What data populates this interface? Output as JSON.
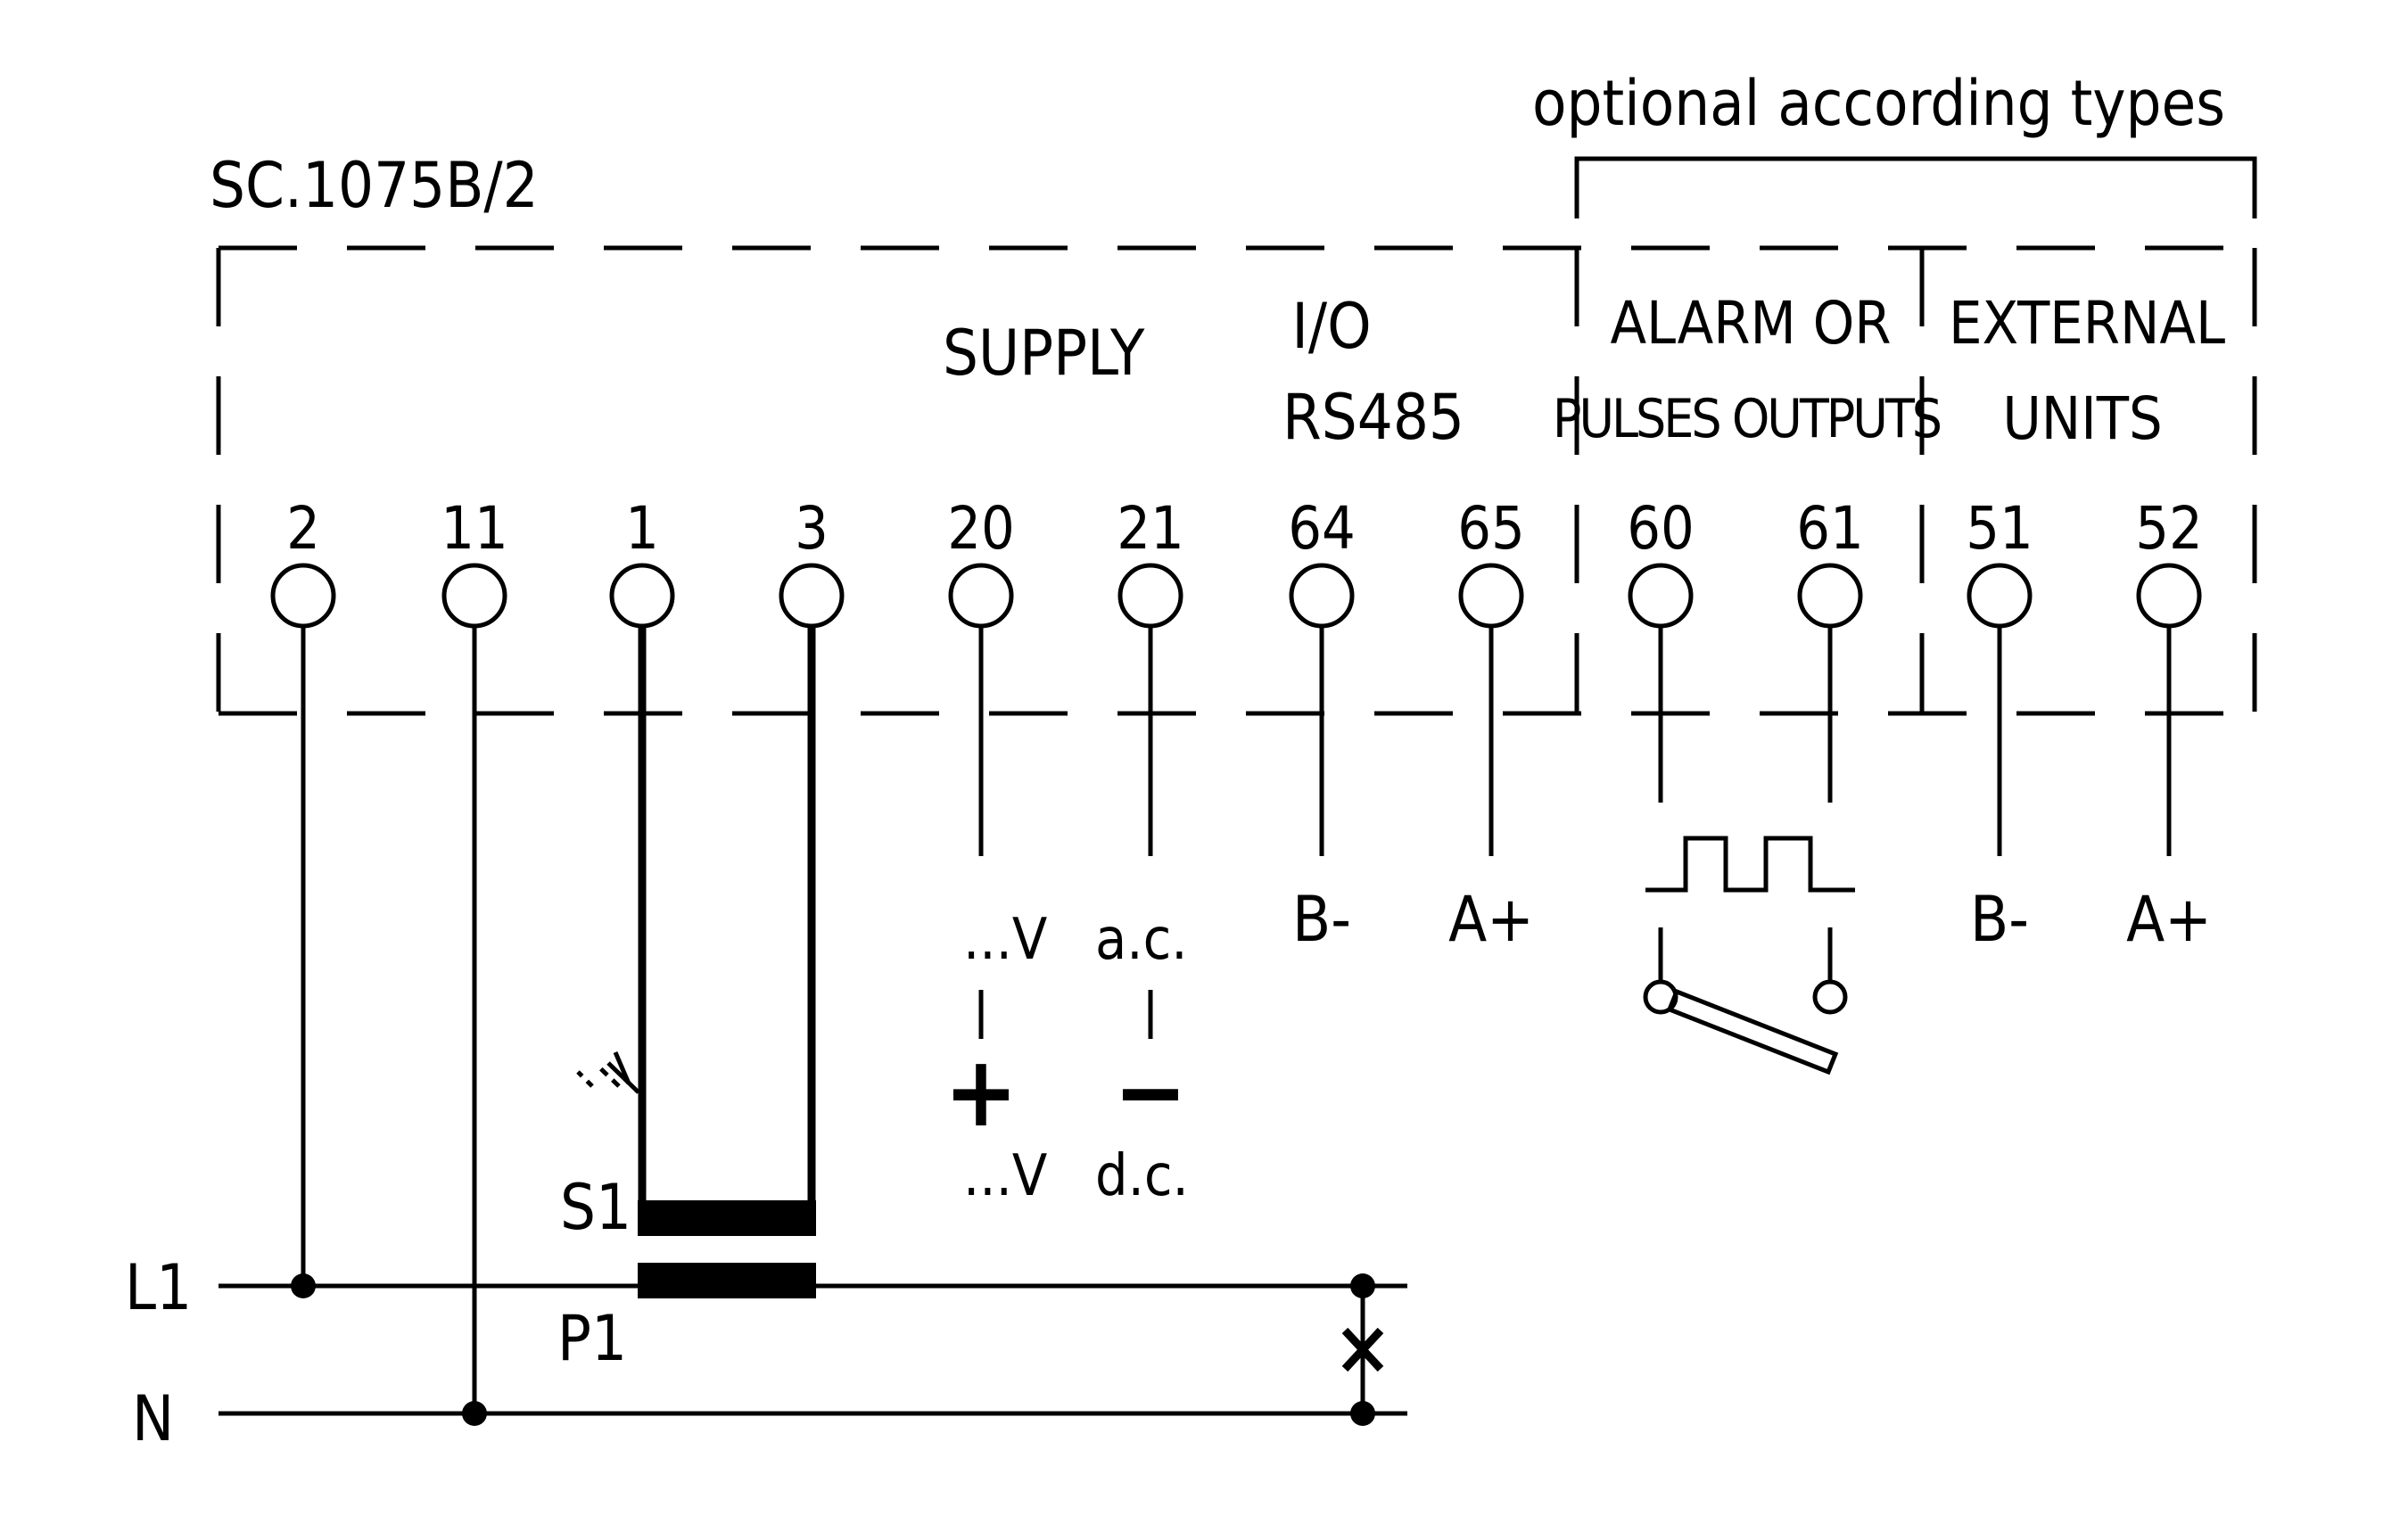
{
  "model": "SC.1075B/2",
  "optional_note": "optional according types",
  "groups": {
    "supply": "SUPPLY",
    "io_line1": "I/O",
    "io_line2": "RS485",
    "alarm_line1": "ALARM OR",
    "alarm_line2": "PULSES OUTPUTS",
    "external_line1": "EXTERNAL",
    "external_line2": "UNITS"
  },
  "terminals": [
    "2",
    "11",
    "1",
    "3",
    "20",
    "21",
    "64",
    "65",
    "60",
    "61",
    "51",
    "52"
  ],
  "io_labels": {
    "b_minus": "B-",
    "a_plus": "A+"
  },
  "external_labels": {
    "b_minus": "B-",
    "a_plus": "A+"
  },
  "supply_labels": {
    "ac_v": "...V",
    "ac": "a.c.",
    "plus": "+",
    "minus": "−",
    "dc_v": "...V",
    "dc": "d.c."
  },
  "ct_labels": {
    "s1": "S1",
    "p1": "P1"
  },
  "lines": {
    "l1": "L1",
    "n": "N"
  }
}
